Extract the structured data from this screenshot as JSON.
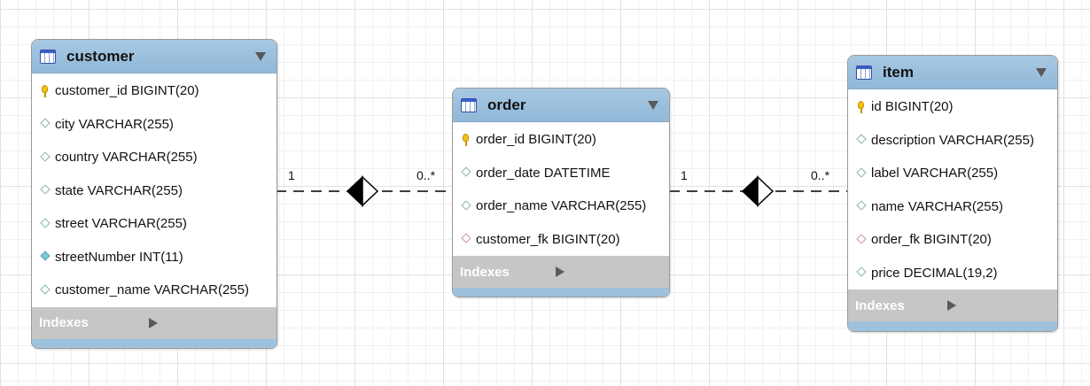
{
  "connectors": [
    {
      "from": "customer",
      "to": "order",
      "left_label": "1",
      "right_label": "0..*"
    },
    {
      "from": "order",
      "to": "item",
      "left_label": "1",
      "right_label": "0..*"
    }
  ],
  "tables": {
    "customer": {
      "name": "customer",
      "columns": [
        {
          "icon": "primary-key-icon",
          "text": "customer_id BIGINT(20)"
        },
        {
          "icon": "column-diamond-icon",
          "text": "city VARCHAR(255)"
        },
        {
          "icon": "column-diamond-icon",
          "text": "country VARCHAR(255)"
        },
        {
          "icon": "column-diamond-icon",
          "text": "state VARCHAR(255)"
        },
        {
          "icon": "column-diamond-icon",
          "text": "street VARCHAR(255)"
        },
        {
          "icon": "not-null-diamond-icon",
          "text": "streetNumber INT(11)"
        },
        {
          "icon": "column-diamond-icon",
          "text": "customer_name VARCHAR(255)"
        }
      ],
      "indexes_label": "Indexes"
    },
    "order": {
      "name": "order",
      "columns": [
        {
          "icon": "primary-key-icon",
          "text": "order_id BIGINT(20)"
        },
        {
          "icon": "column-diamond-icon",
          "text": "order_date DATETIME"
        },
        {
          "icon": "column-diamond-icon",
          "text": "order_name VARCHAR(255)"
        },
        {
          "icon": "foreign-key-diamond-icon",
          "text": "customer_fk BIGINT(20)"
        }
      ],
      "indexes_label": "Indexes"
    },
    "item": {
      "name": "item",
      "columns": [
        {
          "icon": "primary-key-icon",
          "text": "id BIGINT(20)"
        },
        {
          "icon": "column-diamond-icon",
          "text": "description VARCHAR(255)"
        },
        {
          "icon": "column-diamond-icon",
          "text": "label VARCHAR(255)"
        },
        {
          "icon": "column-diamond-icon",
          "text": "name VARCHAR(255)"
        },
        {
          "icon": "foreign-key-diamond-icon",
          "text": "order_fk BIGINT(20)"
        },
        {
          "icon": "column-diamond-icon",
          "text": "price DECIMAL(19,2)"
        }
      ],
      "indexes_label": "Indexes"
    }
  },
  "colors": {
    "header": "#9ec2de",
    "indexes_bar": "#c6c6c6",
    "primary_key": "#f2c20e",
    "grid": "#e1e1e1"
  }
}
